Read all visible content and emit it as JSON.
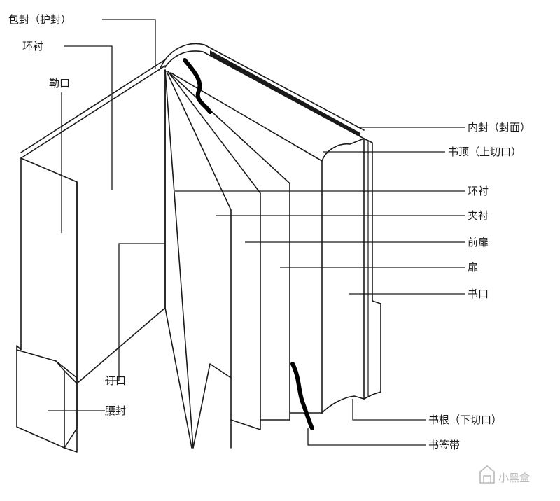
{
  "labels": {
    "jacket": "包封（护封）",
    "endpaper_left": "环衬",
    "flap": "勒口",
    "gutter": "订口",
    "belly_band": "腰封",
    "inner_cover": "内封（封面）",
    "top_edge": "书顶（上切口）",
    "endpaper_right": "环衬",
    "interleaf": "夹衬",
    "front_title": "前扉",
    "title_page": "扉",
    "fore_edge": "书口",
    "bottom_edge": "书根（下切口）",
    "ribbon": "书签带"
  },
  "watermark": {
    "icon": "xiaoheihe-logo-icon",
    "text": "小黑盒"
  },
  "colors": {
    "ink": "#1a1a1a",
    "ribbon": "#000000",
    "watermark": "#b9b9b9"
  }
}
